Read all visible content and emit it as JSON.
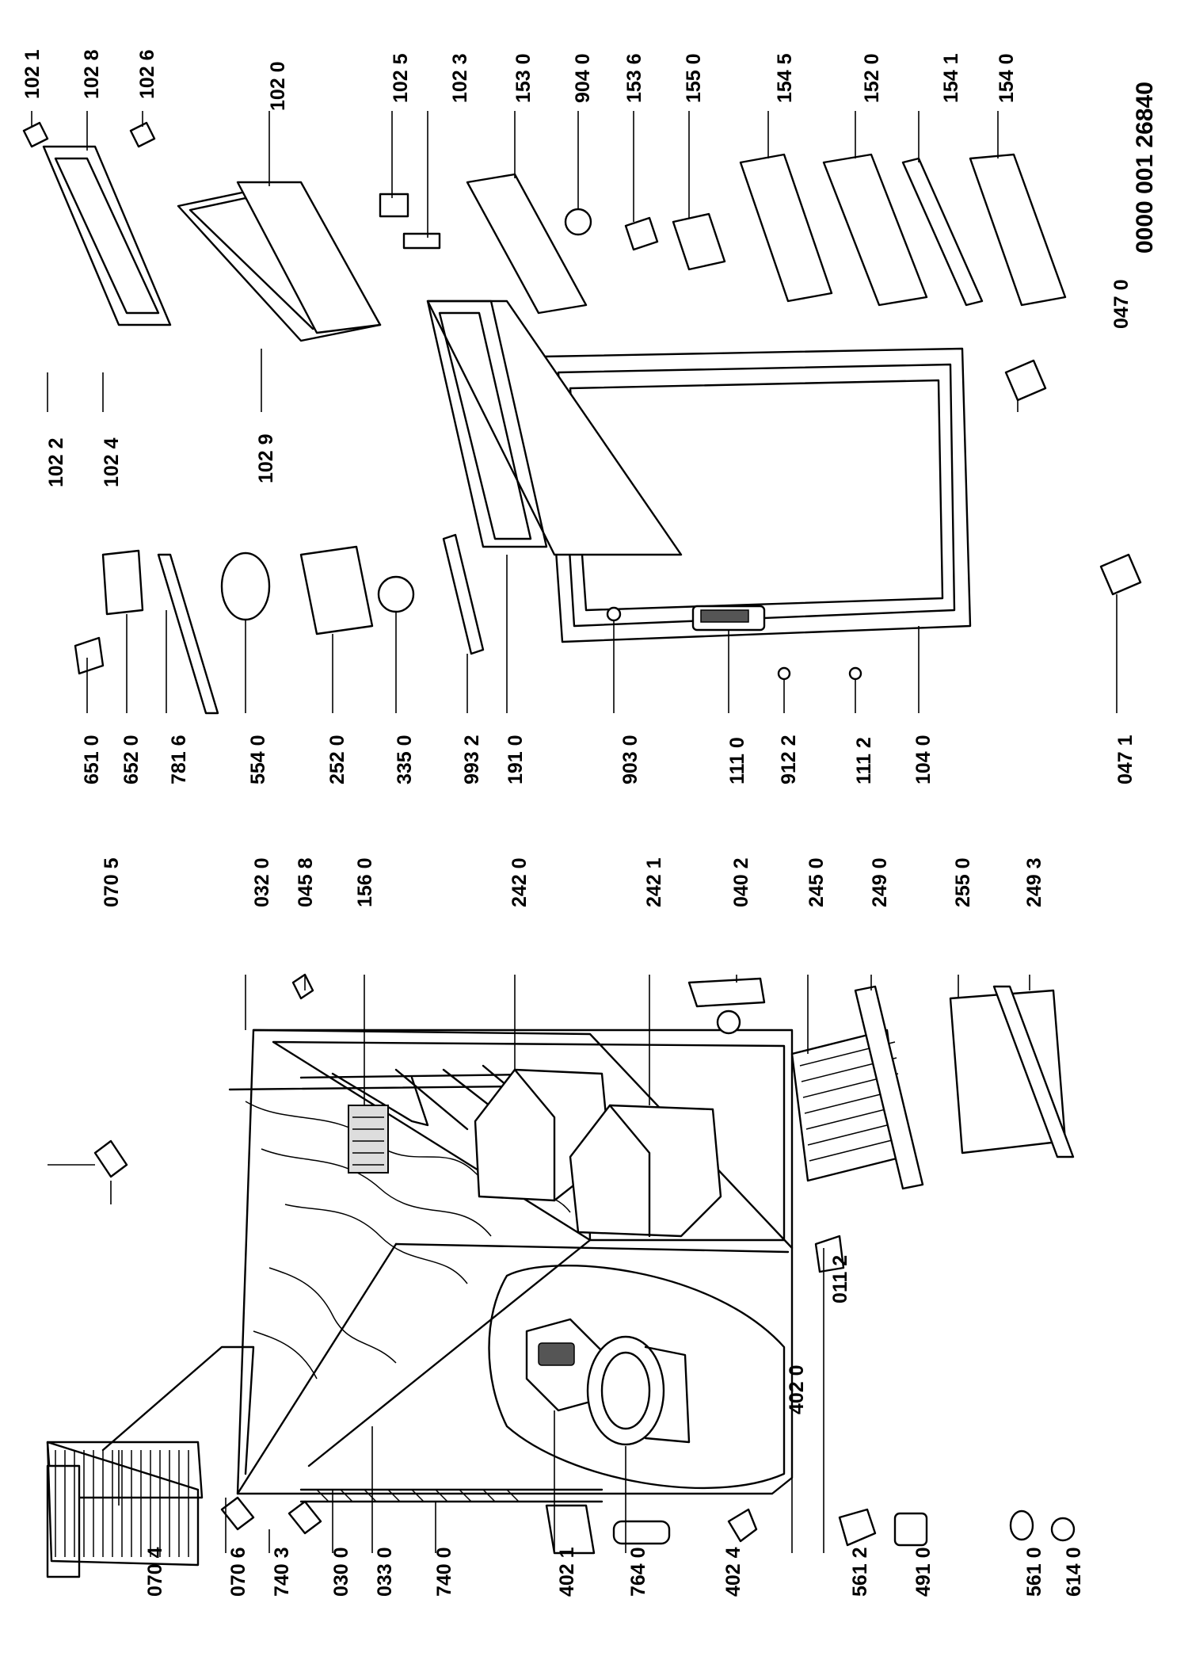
{
  "document": {
    "code": "0000 001 26840"
  },
  "callouts": [
    {
      "id": "c_070_4",
      "label": "070 4"
    },
    {
      "id": "c_070_6",
      "label": "070 6"
    },
    {
      "id": "c_740_3",
      "label": "740 3"
    },
    {
      "id": "c_030_0",
      "label": "030 0"
    },
    {
      "id": "c_033_0",
      "label": "033 0"
    },
    {
      "id": "c_740_0",
      "label": "740 0"
    },
    {
      "id": "c_402_1",
      "label": "402 1"
    },
    {
      "id": "c_764_0",
      "label": "764 0"
    },
    {
      "id": "c_402_4",
      "label": "402 4"
    },
    {
      "id": "c_561_2",
      "label": "561 2"
    },
    {
      "id": "c_491_0",
      "label": "491 0"
    },
    {
      "id": "c_561_0",
      "label": "561 0"
    },
    {
      "id": "c_614_0",
      "label": "614 0"
    },
    {
      "id": "c_402_0",
      "label": "402 0"
    },
    {
      "id": "c_011_2",
      "label": "011 2"
    },
    {
      "id": "c_070_5",
      "label": "070 5"
    },
    {
      "id": "c_032_0",
      "label": "032 0"
    },
    {
      "id": "c_045_8",
      "label": "045 8"
    },
    {
      "id": "c_156_0",
      "label": "156 0"
    },
    {
      "id": "c_242_0",
      "label": "242 0"
    },
    {
      "id": "c_242_1",
      "label": "242 1"
    },
    {
      "id": "c_040_2",
      "label": "040 2"
    },
    {
      "id": "c_245_0",
      "label": "245 0"
    },
    {
      "id": "c_249_0",
      "label": "249 0"
    },
    {
      "id": "c_255_0",
      "label": "255 0"
    },
    {
      "id": "c_249_3",
      "label": "249 3"
    },
    {
      "id": "c_651_0",
      "label": "651 0"
    },
    {
      "id": "c_652_0",
      "label": "652 0"
    },
    {
      "id": "c_781_6",
      "label": "781 6"
    },
    {
      "id": "c_554_0",
      "label": "554 0"
    },
    {
      "id": "c_252_0",
      "label": "252 0"
    },
    {
      "id": "c_335_0",
      "label": "335 0"
    },
    {
      "id": "c_993_2",
      "label": "993 2"
    },
    {
      "id": "c_191_0",
      "label": "191 0"
    },
    {
      "id": "c_903_0",
      "label": "903 0"
    },
    {
      "id": "c_111_0",
      "label": "111 0"
    },
    {
      "id": "c_912_2",
      "label": "912 2"
    },
    {
      "id": "c_111_2",
      "label": "111 2"
    },
    {
      "id": "c_104_0",
      "label": "104 0"
    },
    {
      "id": "c_047_1",
      "label": "047 1"
    },
    {
      "id": "c_047_0",
      "label": "047 0"
    },
    {
      "id": "c_102_2",
      "label": "102 2"
    },
    {
      "id": "c_102_4",
      "label": "102 4"
    },
    {
      "id": "c_102_9",
      "label": "102 9"
    },
    {
      "id": "c_102_1",
      "label": "102 1"
    },
    {
      "id": "c_102_8",
      "label": "102 8"
    },
    {
      "id": "c_102_6",
      "label": "102 6"
    },
    {
      "id": "c_102_0",
      "label": "102 0"
    },
    {
      "id": "c_102_5",
      "label": "102 5"
    },
    {
      "id": "c_102_3",
      "label": "102 3"
    },
    {
      "id": "c_153_0",
      "label": "153 0"
    },
    {
      "id": "c_904_0",
      "label": "904 0"
    },
    {
      "id": "c_153_6",
      "label": "153 6"
    },
    {
      "id": "c_155_0",
      "label": "155 0"
    },
    {
      "id": "c_154_5",
      "label": "154 5"
    },
    {
      "id": "c_152_0",
      "label": "152 0"
    },
    {
      "id": "c_154_1",
      "label": "154 1"
    },
    {
      "id": "c_154_0",
      "label": "154 0"
    }
  ]
}
